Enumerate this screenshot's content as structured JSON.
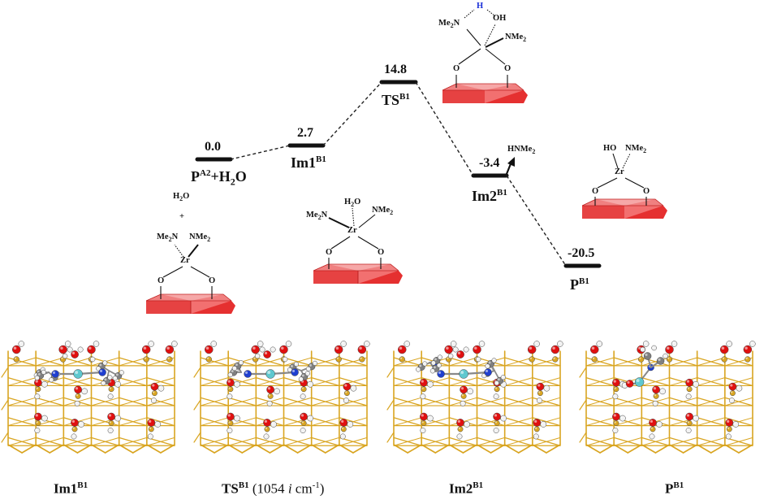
{
  "energy_levels": [
    {
      "value": "0.0",
      "label_main": "P",
      "label_sup": "A2",
      "label_tail": "+H",
      "label_sub": "2",
      "label_tail2": "O"
    },
    {
      "value": "2.7",
      "label_main": "Im1",
      "label_sup": "B1"
    },
    {
      "value": "14.8",
      "label_main": "TS",
      "label_sup": "B1"
    },
    {
      "value": "-3.4",
      "label_main": "Im2",
      "label_sup": "B1"
    },
    {
      "value": "-20.5",
      "label_main": "P",
      "label_sup": "B1"
    }
  ],
  "structures": {
    "reactant": {
      "water": "H2O",
      "plus": "+",
      "left_group": "Me2N",
      "right_group": "NMe2",
      "metal": "Zr",
      "oxygen": "O"
    },
    "im1": {
      "water": "H2O",
      "left_group": "Me2N",
      "right_group": "NMe2",
      "metal": "Zr",
      "oxygen": "O"
    },
    "ts": {
      "hydrogen": "H",
      "left_group": "Me2N",
      "hydroxyl": "OH",
      "right_group": "NMe2",
      "oxygen": "O"
    },
    "im2": {
      "released": "HNMe2"
    },
    "product": {
      "hydroxyl": "HO",
      "group": "NMe2",
      "metal": "Zr",
      "oxygen": "O"
    }
  },
  "captions": [
    {
      "main": "Im1",
      "sup": "B1"
    },
    {
      "main": "TS",
      "sup": "B1",
      "extra_pre": " (1054 ",
      "extra_i": "i",
      "extra_post": " cm",
      "extra_sup": "-1",
      "extra_end": ")"
    },
    {
      "main": "Im2",
      "sup": "B1"
    },
    {
      "main": "P",
      "sup": "B1"
    }
  ],
  "colors": {
    "gold_bond": "#D9A521",
    "oxygen": "#E01010",
    "hydrogen": "#F2F2F2",
    "carbon": "#7F7F7F",
    "nitrogen": "#1F3FD0",
    "zirconium": "#5FC8CF",
    "surface_red": "#E83A3A",
    "level_bar": "#111111"
  }
}
